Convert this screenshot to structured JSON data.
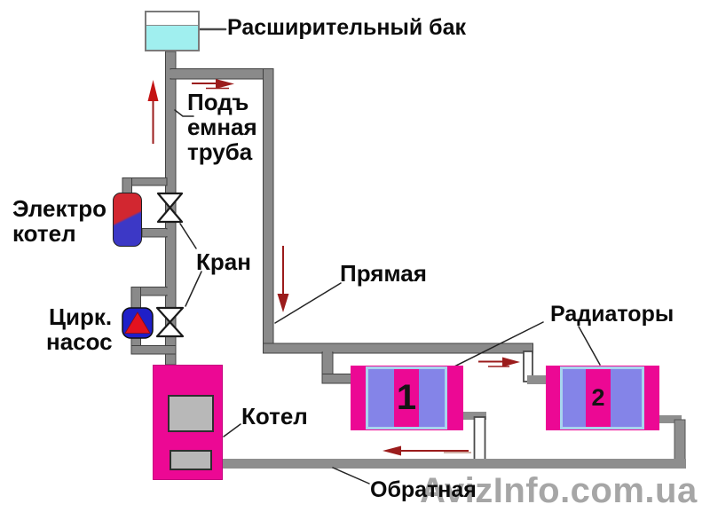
{
  "diagram": {
    "labels": {
      "expansion_tank": "Расширительный бак",
      "riser_pipe": [
        "Подъ",
        "емная",
        "труба"
      ],
      "electric_boiler": [
        "Электро",
        "котел"
      ],
      "valves": "Кран",
      "circulation_pump": [
        "Цирк.",
        "насос"
      ],
      "supply_line": "Прямая",
      "radiators": "Радиаторы",
      "boiler": "Котел",
      "return_line": "Обратная"
    },
    "radiator_numbers": [
      "1",
      "2"
    ],
    "watermark": "AvizInfo.com.ua",
    "colors": {
      "component_magenta": "#ec0894",
      "radiator_violet": "#8484e8",
      "radiator_frame_blue": "#a8d4ee",
      "tank_water_cyan": "#a0efef",
      "pipe_gray": "#8a8a8a",
      "electric_boiler_red": "#d22730",
      "electric_boiler_blue": "#3c38c6",
      "pump_blue": "#1f1fc8",
      "pump_triangle_red": "#e3121f",
      "flow_arrow_red": "#9b1c1c",
      "watermark_gray": "#909090"
    }
  }
}
